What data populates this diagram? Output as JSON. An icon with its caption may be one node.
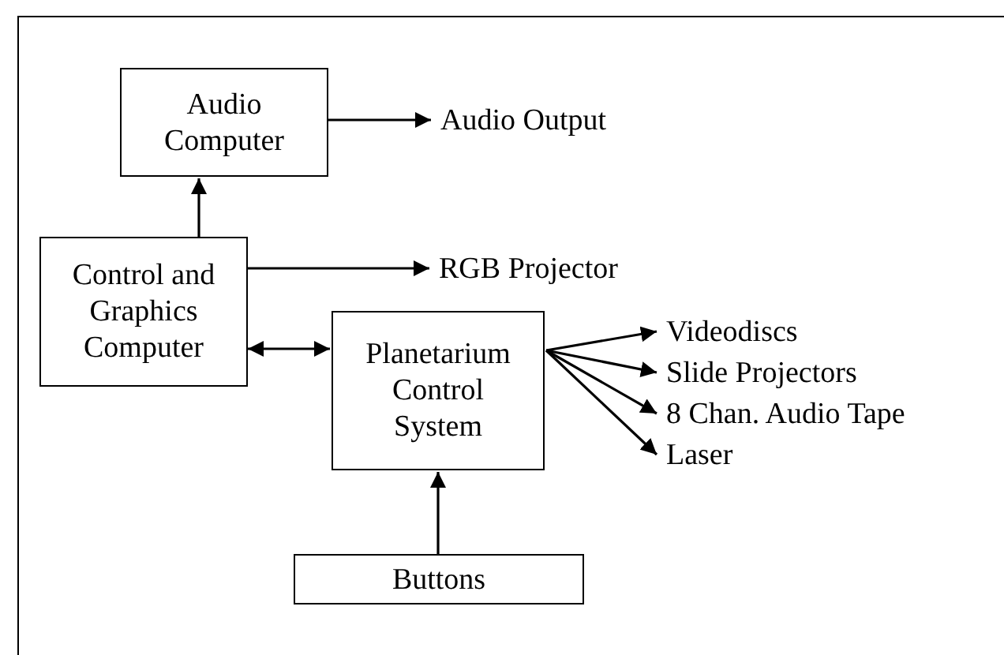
{
  "diagram": {
    "nodes": [
      {
        "text": [
          "Audio Computer"
        ]
      },
      {
        "text": [
          "Audio Output"
        ]
      },
      {
        "text": [
          "Control and Graphics Computer"
        ]
      },
      {
        "text": [
          "RGB Projector"
        ]
      },
      {
        "text": [
          "Planetarium Control System"
        ]
      },
      {
        "text": [
          "Videodiscs"
        ]
      },
      {
        "text": [
          "Slide Projectors"
        ]
      },
      {
        "text": [
          "8 Chan. Audio Tape"
        ]
      },
      {
        "text": [
          "Laser"
        ]
      },
      {
        "text": [
          "Buttons"
        ]
      }
    ],
    "edges": [
      {
        "from": 0,
        "to": 1,
        "arrow": "to"
      },
      {
        "from": 2,
        "to": 0,
        "arrow": "to"
      },
      {
        "from": 2,
        "to": 3,
        "arrow": "to"
      },
      {
        "from": 2,
        "to": 4,
        "arrow": "both"
      },
      {
        "from": 4,
        "to": 5,
        "arrow": "to"
      },
      {
        "from": 4,
        "to": 6,
        "arrow": "to"
      },
      {
        "from": 4,
        "to": 7,
        "arrow": "to"
      },
      {
        "from": 4,
        "to": 8,
        "arrow": "to"
      },
      {
        "from": 9,
        "to": 4,
        "arrow": "to"
      }
    ]
  }
}
